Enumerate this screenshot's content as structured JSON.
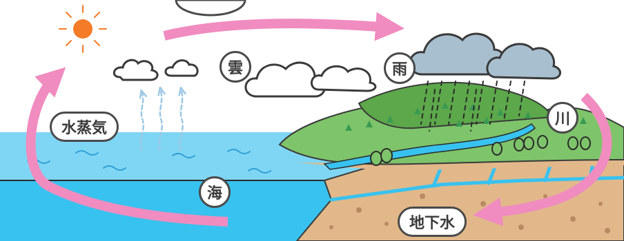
{
  "labels": {
    "cloud": "雲",
    "rain": "雨",
    "vapor": "水蒸気",
    "river": "川",
    "sea": "海",
    "groundwater": "地下水"
  },
  "colors": {
    "arrow": "#f08cbf",
    "sea": "#38c2ef",
    "sea_light": "#7fd6f4",
    "hill": "#7ec46a",
    "hill_dark": "#5ca84a",
    "soil": "#e2b88a",
    "rain_cloud": "#a8bfcf",
    "sun": "#f47b27"
  }
}
